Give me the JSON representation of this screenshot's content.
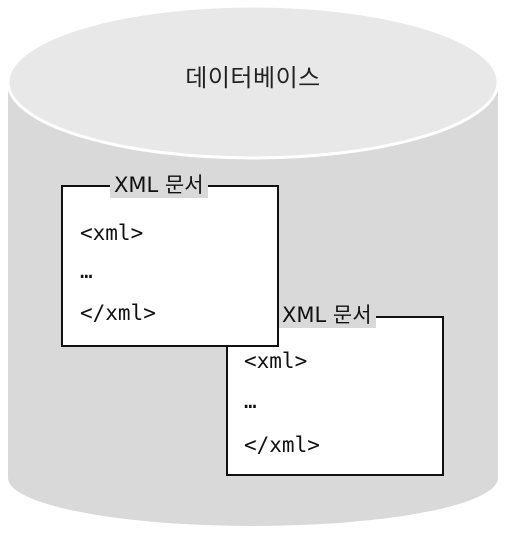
{
  "database": {
    "title": "데이터베이스"
  },
  "documents": [
    {
      "label": "XML 문서",
      "lines": [
        "<xml>",
        "…",
        "</xml>"
      ]
    },
    {
      "label": "XML 문서",
      "lines": [
        "<xml>",
        "…",
        "</xml>"
      ]
    }
  ],
  "colors": {
    "cylinder_body": "#d9d9d9",
    "cylinder_top": "#e8e8e8",
    "box_border": "#111111",
    "box_fill": "#ffffff"
  }
}
